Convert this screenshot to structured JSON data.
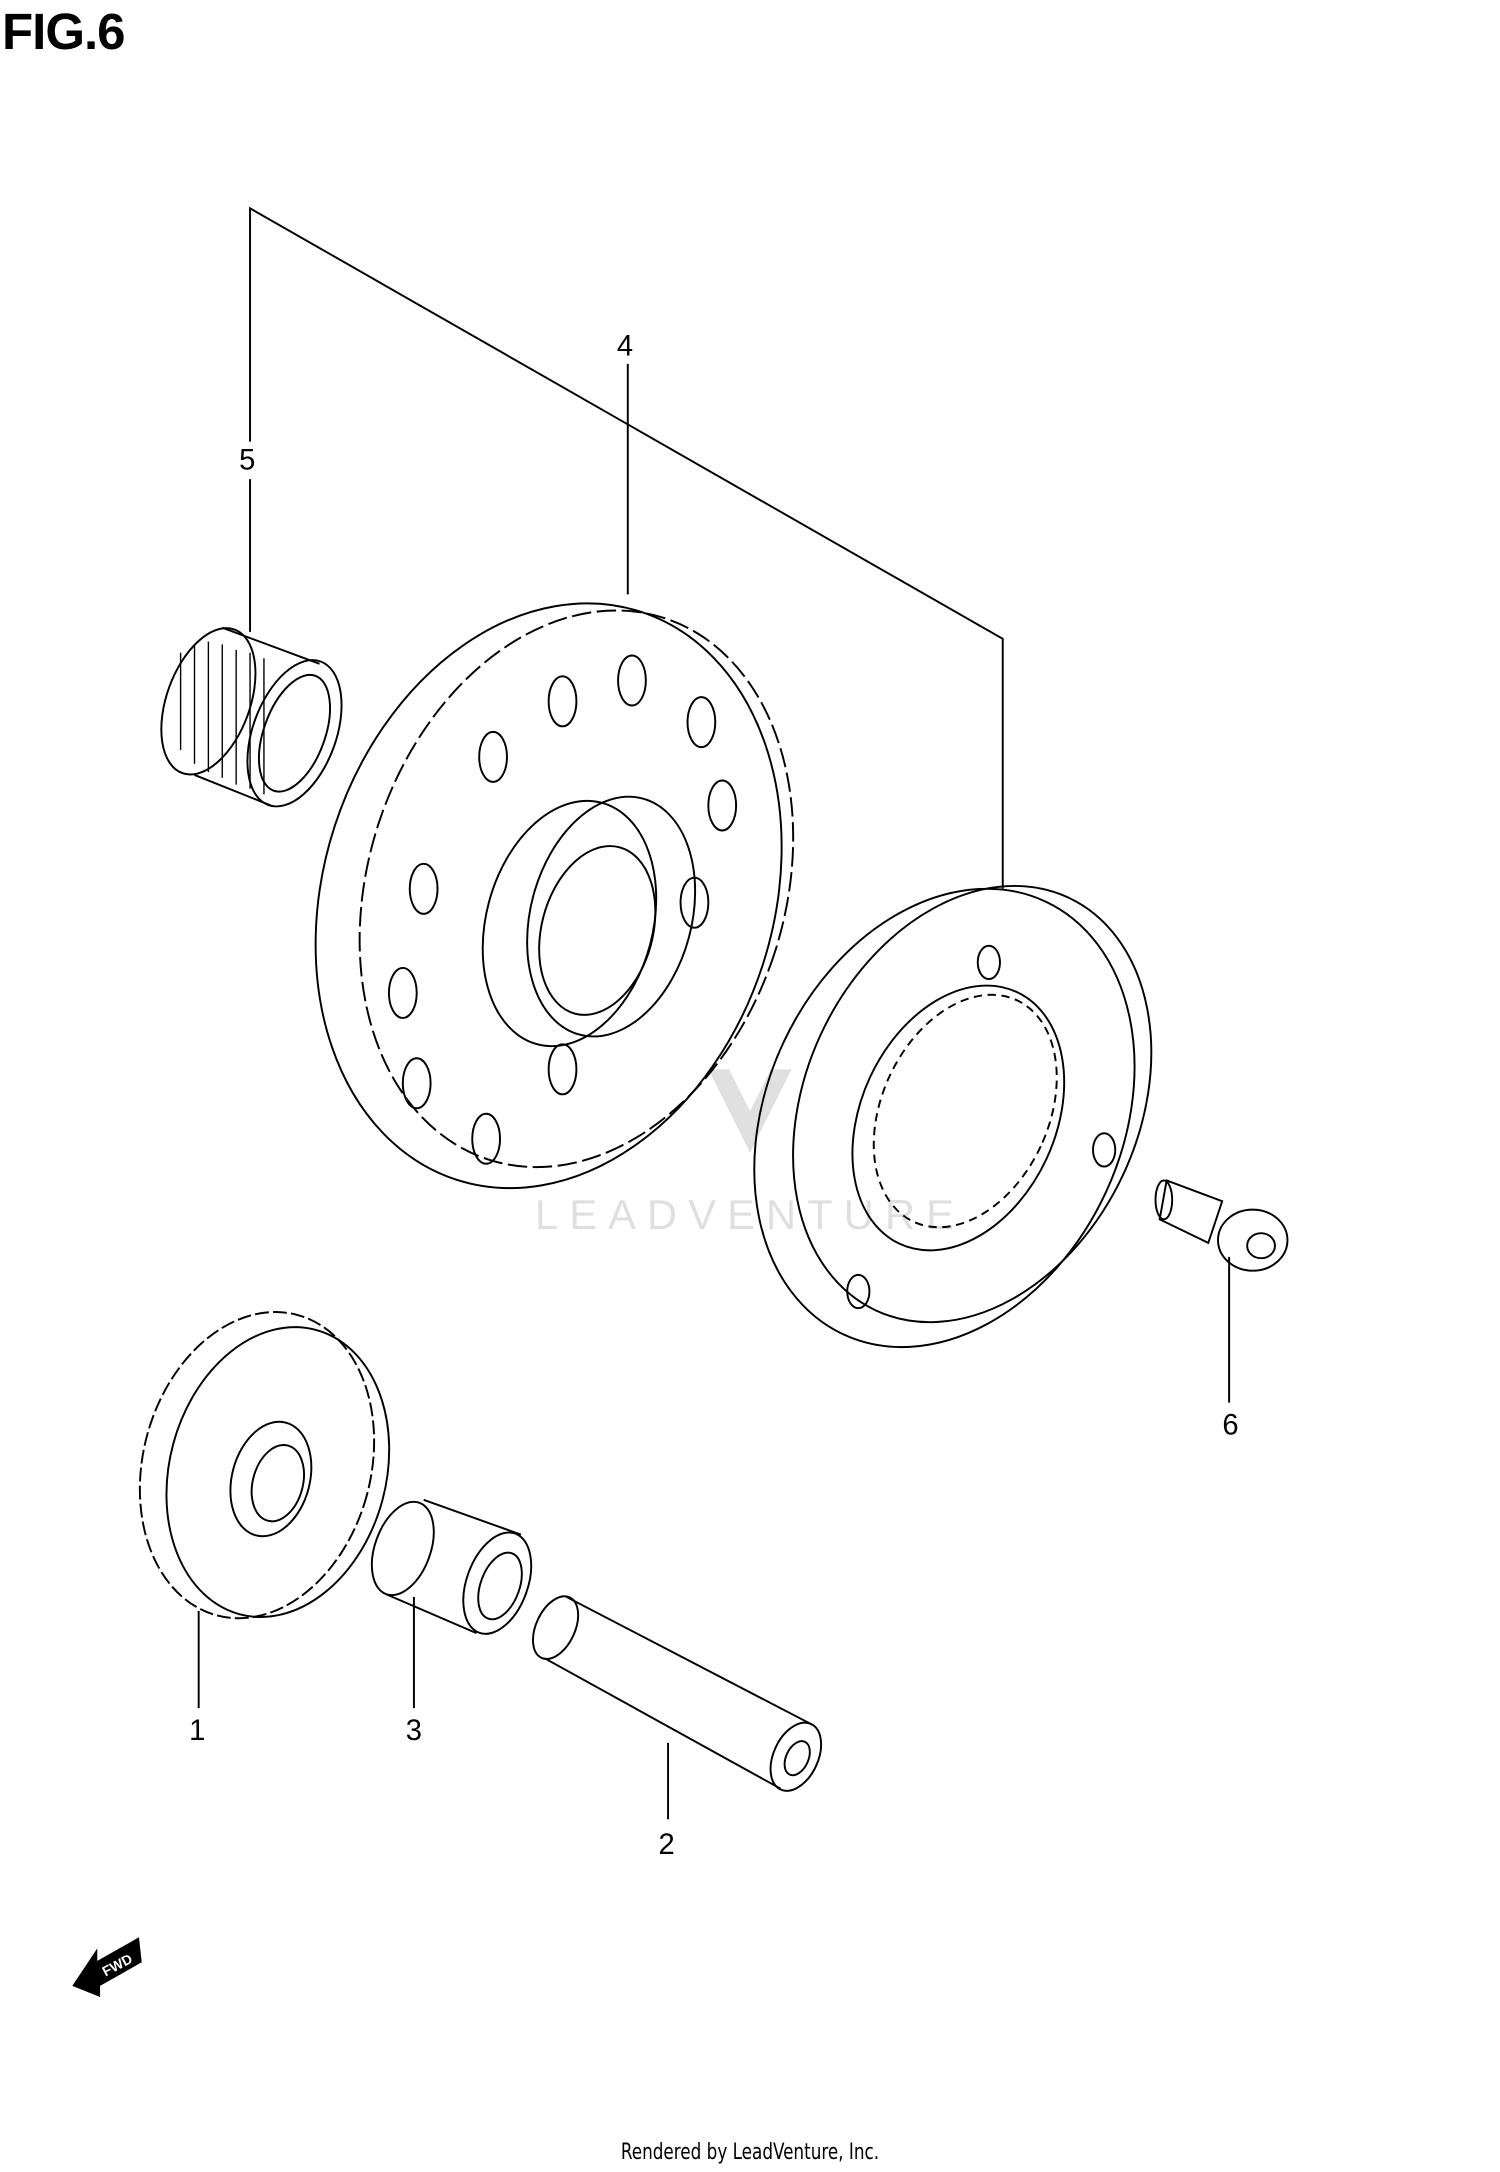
{
  "title": "FIG.6",
  "callouts": {
    "p1": "1",
    "p2": "2",
    "p3": "3",
    "p4": "4",
    "p5": "5",
    "p6": "6"
  },
  "fwd_label": "FWD",
  "watermark": "LEADVENTURE",
  "footer": "Rendered by LeadVenture, Inc."
}
